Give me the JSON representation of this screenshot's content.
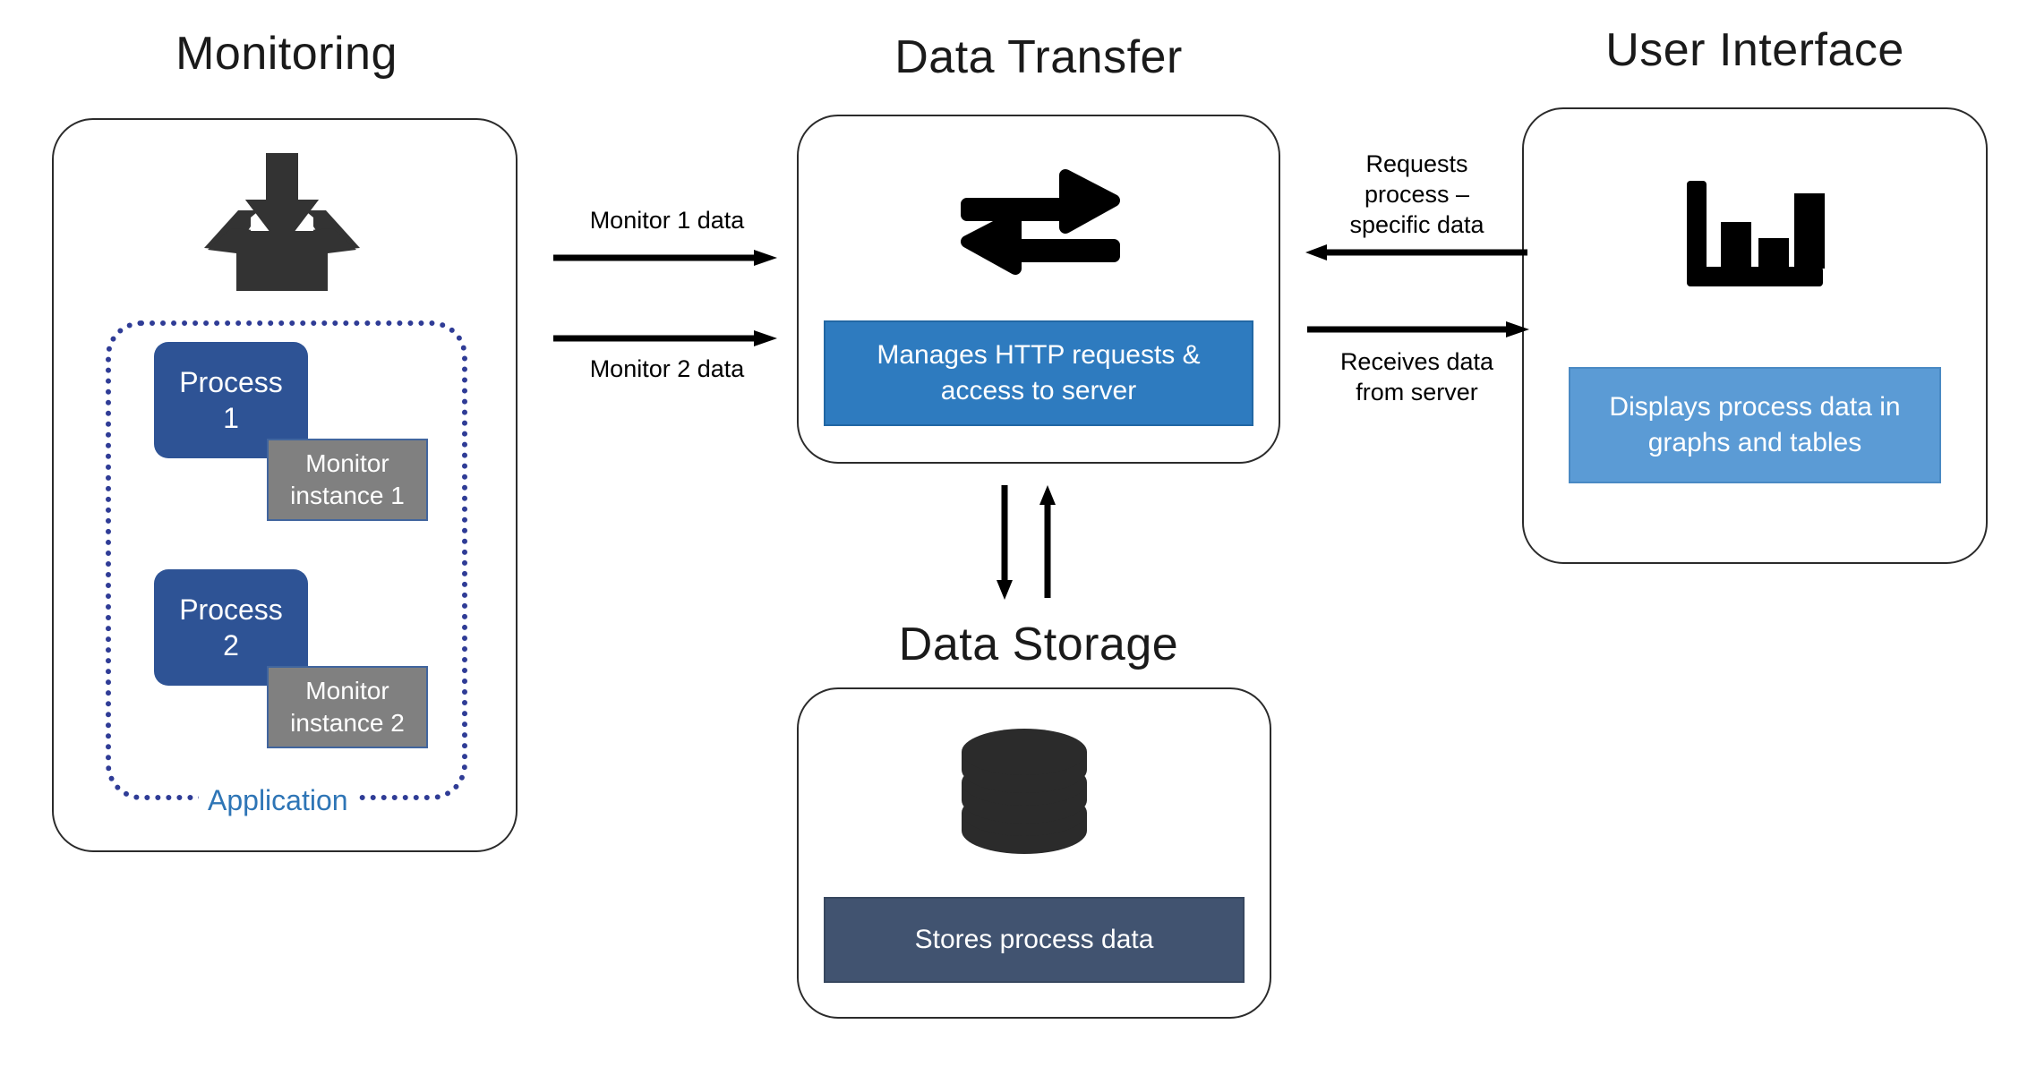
{
  "diagram": {
    "title_monitoring": "Monitoring",
    "title_data_transfer": "Data Transfer",
    "title_user_interface": "User Interface",
    "title_data_storage": "Data Storage"
  },
  "monitoring": {
    "icon": "open-box-download-icon",
    "application_label": "Application",
    "processes": [
      {
        "label": "Process\n1",
        "monitor": "Monitor\ninstance 1"
      },
      {
        "label": "Process\n2",
        "monitor": "Monitor\ninstance 2"
      }
    ]
  },
  "data_transfer": {
    "icon": "bidirectional-arrows-icon",
    "description": "Manages HTTP requests &\naccess to server"
  },
  "user_interface": {
    "icon": "bar-chart-icon",
    "description": "Displays process data in\ngraphs and tables"
  },
  "data_storage": {
    "icon": "database-cylinder-icon",
    "description": "Stores process data"
  },
  "flows": {
    "monitor1": "Monitor 1 data",
    "monitor2": "Monitor 2 data",
    "requests": "Requests\nprocess –\nspecific data",
    "receives": "Receives data\nfrom server"
  },
  "colors": {
    "process_blue": "#2e5395",
    "monitor_gray": "#808080",
    "transfer_blue": "#2e7bbf",
    "ui_blue": "#5b9bd5",
    "storage_slate": "#415370",
    "application_blue": "#2e75b6",
    "dotted_border": "#2f3c96",
    "icon_dark": "#333333",
    "panel_border": "#2b2b2b"
  }
}
